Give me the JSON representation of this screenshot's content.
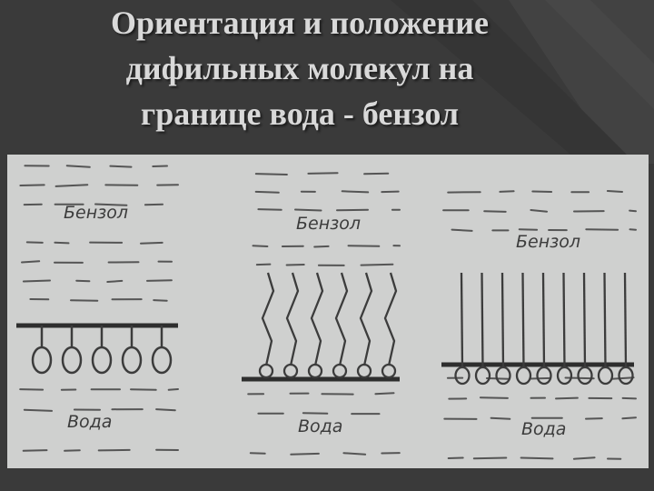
{
  "slide": {
    "title_lines": [
      "Ориентация и положение",
      "дифильных молекул на",
      "границе вода - бензол"
    ]
  },
  "diagram": {
    "panels": [
      {
        "top_label": "Бензол",
        "bottom_label": "Вода",
        "molecule_count": 5,
        "arrangement": "lying"
      },
      {
        "top_label": "Бензол",
        "bottom_label": "Вода",
        "molecule_count": 6,
        "arrangement": "tilted"
      },
      {
        "top_label": "Бензол",
        "bottom_label": "Вода",
        "molecule_count": 9,
        "arrangement": "vertical"
      }
    ]
  },
  "colors": {
    "background": "#3a3a3a",
    "title": "#d9d9d9",
    "photo": "#cfd0cf",
    "ink": "#3c3c3c"
  }
}
